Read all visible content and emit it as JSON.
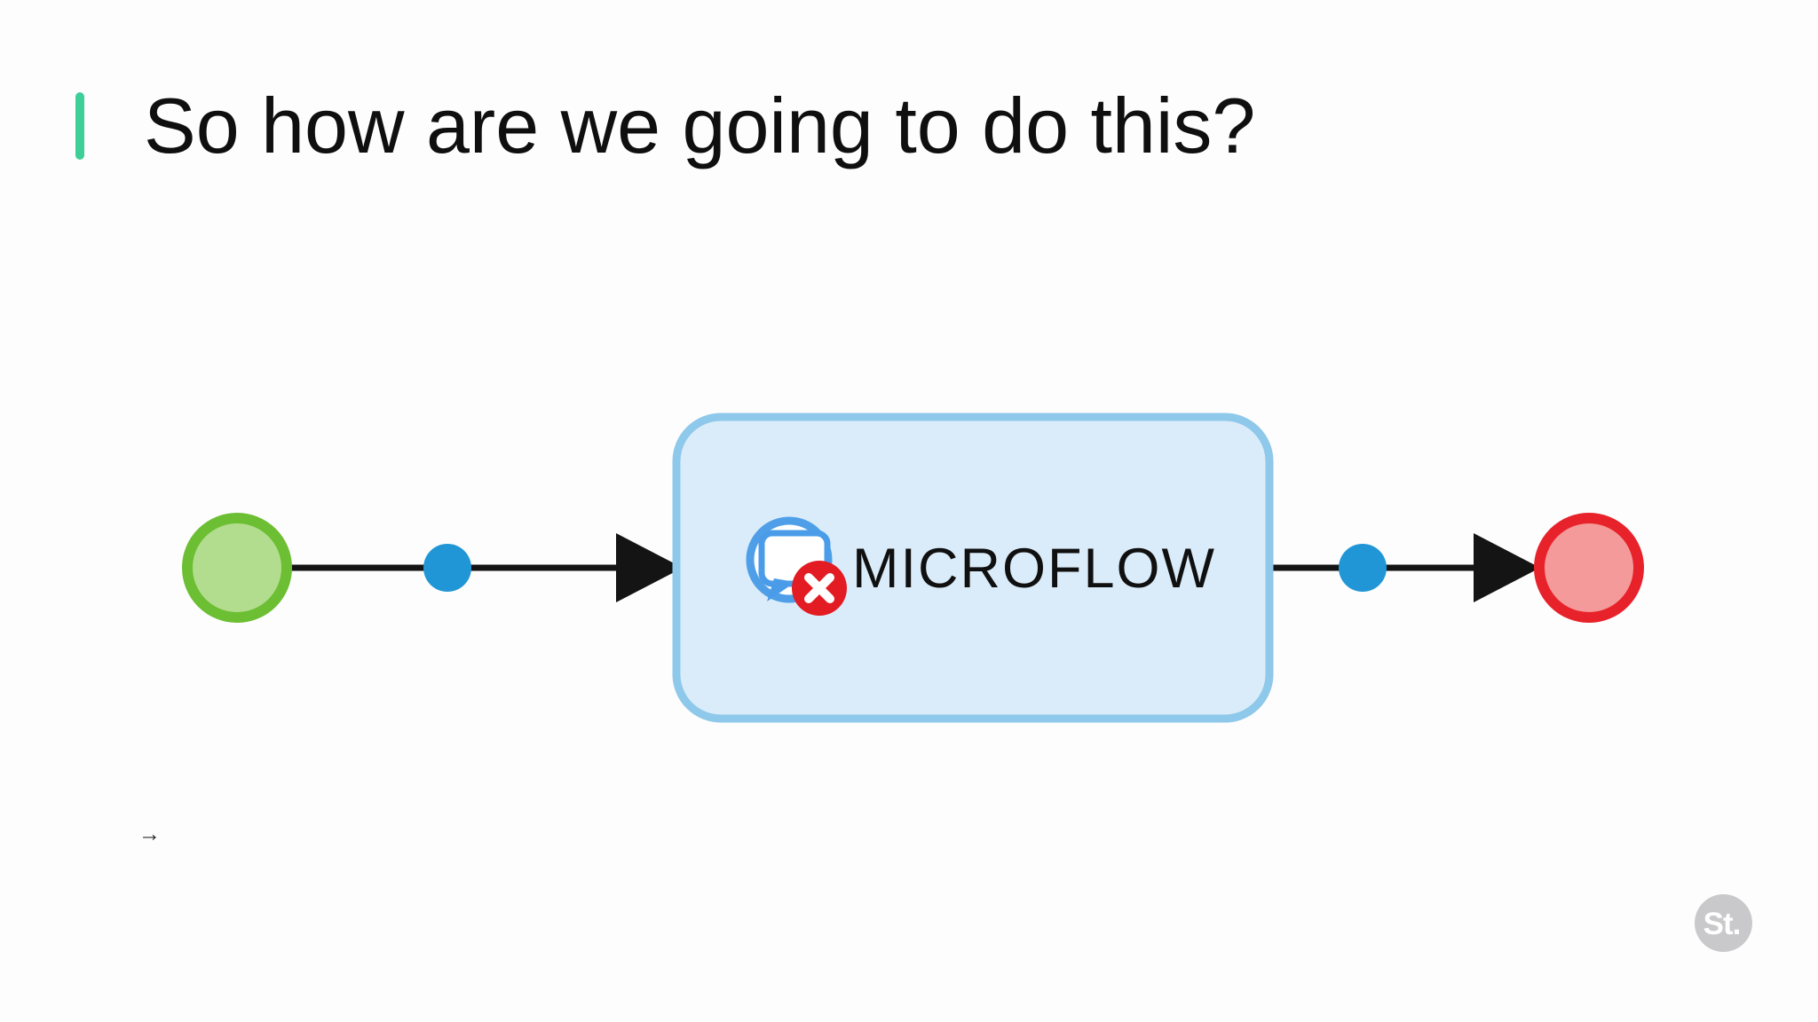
{
  "slide": {
    "title": "So how are we going to do this?",
    "title_color": "#0f0f0f",
    "accent_bar_color": "#3ecf99",
    "background_color": "#fdfdfd"
  },
  "diagram": {
    "activity_label": "MICROFLOW",
    "label_color": "#101010",
    "line_color": "#141414",
    "connector_dot_color": "#2196d6",
    "start_event": {
      "fill": "#b3dd8e",
      "stroke": "#6cbe33"
    },
    "end_event": {
      "fill": "#f49a9a",
      "stroke": "#e8222a"
    },
    "activity_box": {
      "fill": "#daecf9",
      "stroke": "#8ec8ea"
    },
    "icon": {
      "name": "message-error-icon",
      "ring_color": "#4f9fe8",
      "bubble_stroke": "#4a9ce8",
      "bubble_fill": "#ffffff",
      "badge_color": "#e31b22",
      "badge_glyph_color": "#ffffff"
    }
  },
  "footer": {
    "cursor_glyph": "→",
    "watermark_text": "St.",
    "watermark_bg": "#c9c9cb",
    "watermark_text_color": "#ffffff"
  }
}
